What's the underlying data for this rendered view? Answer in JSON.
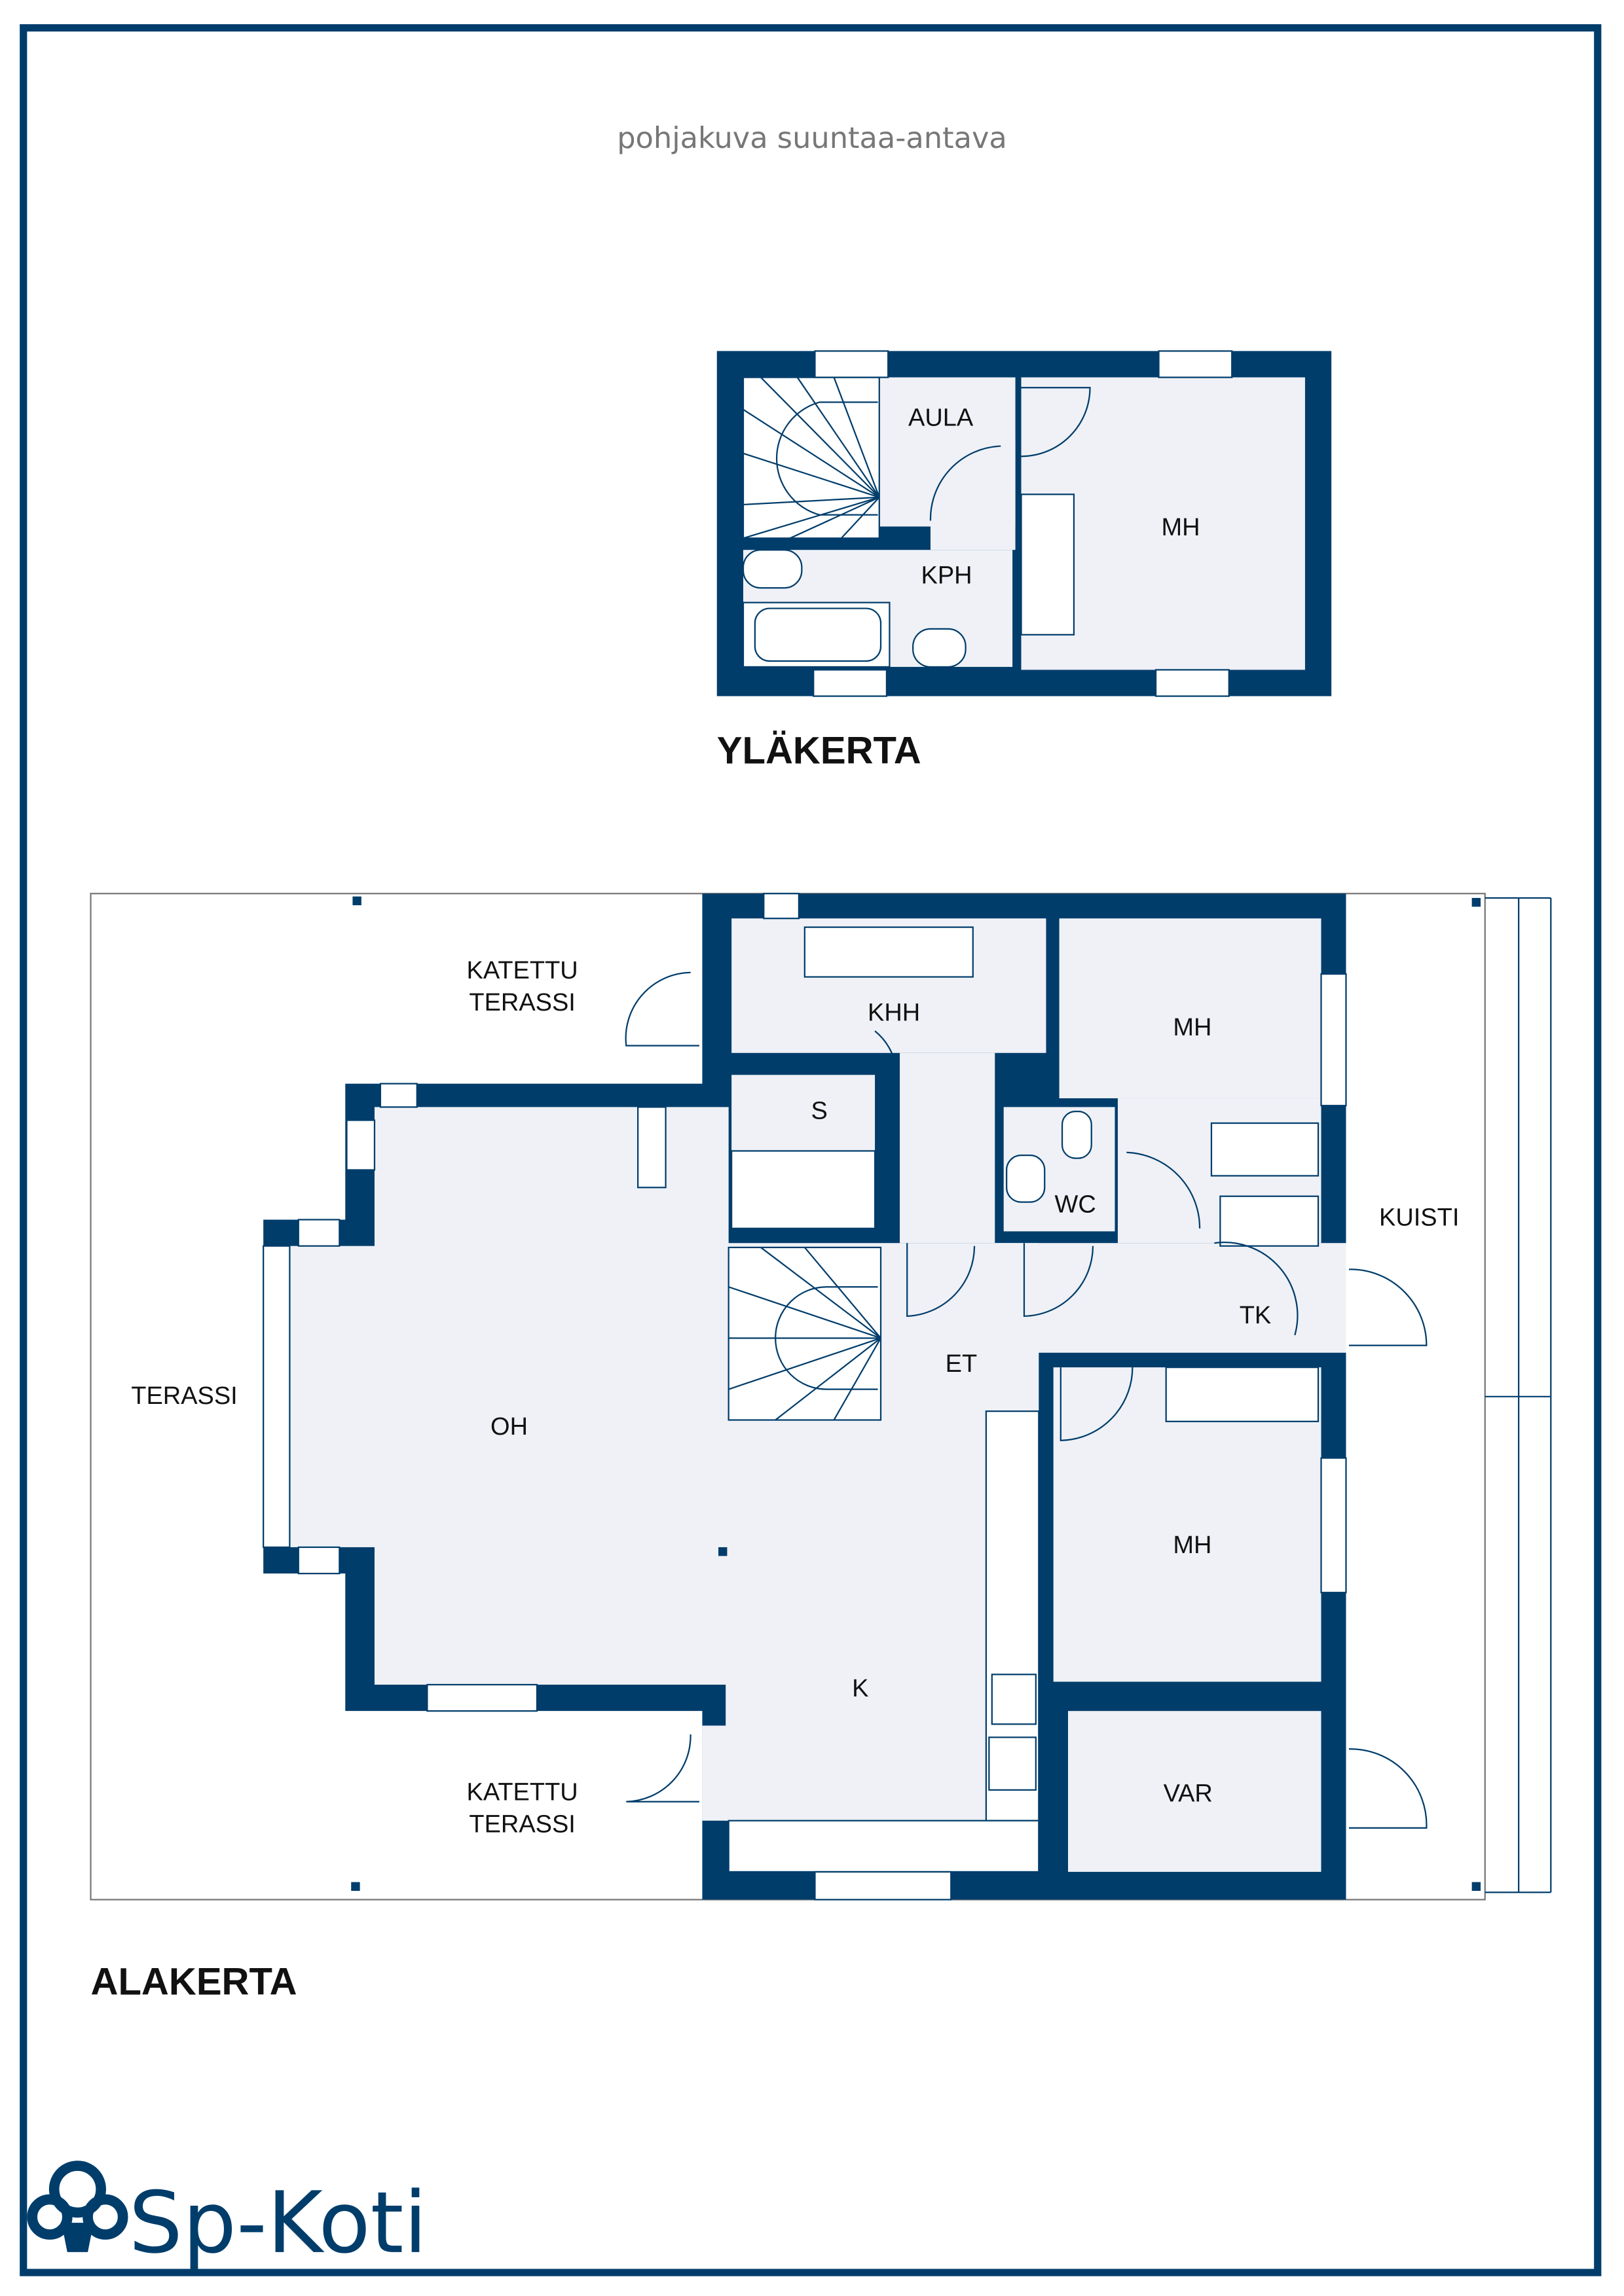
{
  "header": {
    "subtitle": "pohjakuva  suuntaa-antava"
  },
  "upper_floor": {
    "title": "YLÄKERTA",
    "rooms": [
      "AULA",
      "KPH",
      "MH"
    ]
  },
  "lower_floor": {
    "title": "ALAKERTA",
    "rooms": {
      "covered_terrace_top": [
        "KATETTU",
        "TERASSI"
      ],
      "covered_terrace_bottom": [
        "KATETTU",
        "TERASSI"
      ],
      "terrace": "TERASSI",
      "khh": "KHH",
      "s": "S",
      "mh_top": "MH",
      "wc": "WC",
      "kuisti": "KUISTI",
      "tk": "TK",
      "et": "ET",
      "oh": "OH",
      "mh_bottom": "MH",
      "k": "K",
      "var": "VAR"
    }
  },
  "brand": {
    "logo_text": "Sp-Koti",
    "color": "#003d6b"
  },
  "colors": {
    "wall": "#003d6b",
    "floor": "#eff1f6"
  }
}
